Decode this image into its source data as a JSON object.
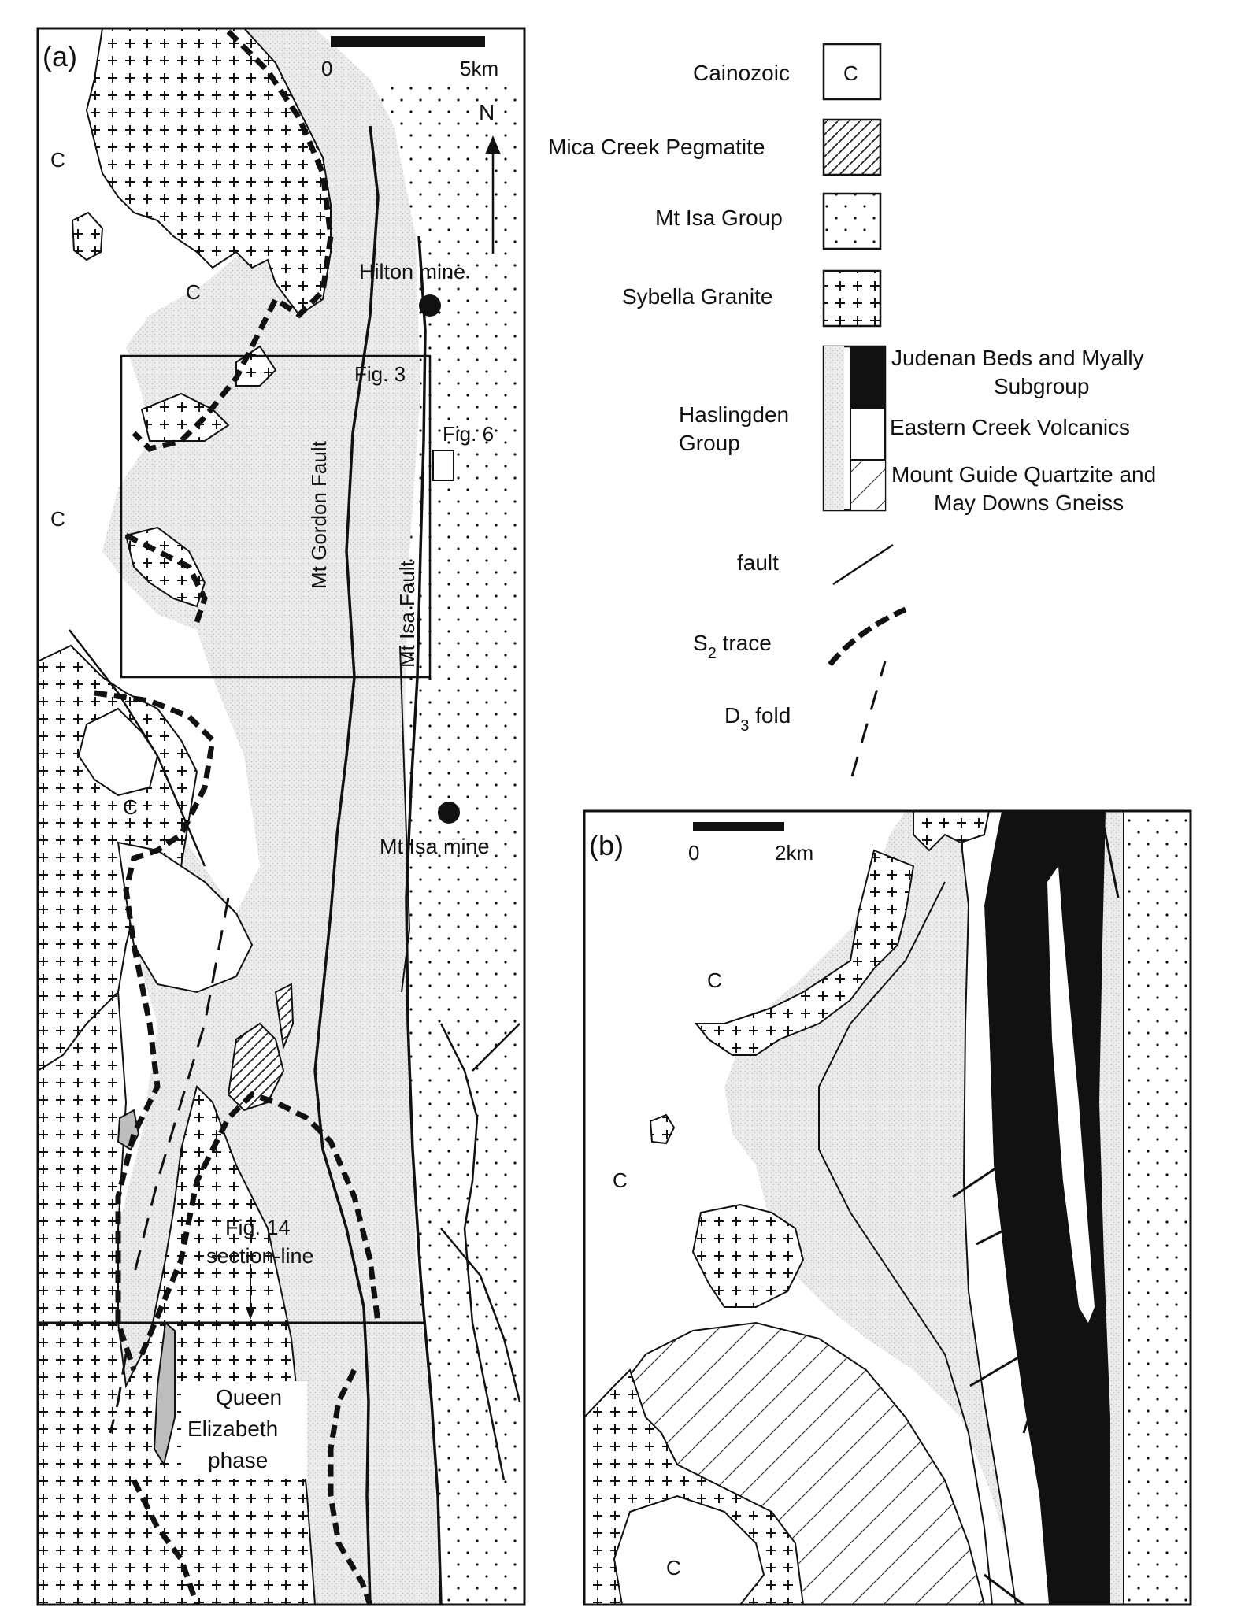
{
  "panel_a": {
    "label": "(a)",
    "scale": {
      "start": "0",
      "end": "5km"
    },
    "north": "N",
    "places": {
      "hilton_mine": "Hilton mine",
      "mt_isa_mine": "Mt Isa mine",
      "fig3": "Fig. 3",
      "fig6": "Fig. 6",
      "fig14_line1": "Fig. 14",
      "fig14_line2": "section-line",
      "qe1": "Queen",
      "qe2": "Elizabeth",
      "qe3": "phase"
    },
    "faults": {
      "mt_gordon": "Mt Gordon Fault",
      "mt_isa": "Mt Isa Fault"
    },
    "cainozoic_symbol": "C"
  },
  "legend": {
    "cainozoic": {
      "label": "Cainozoic",
      "symbol": "C"
    },
    "mica_creek": {
      "label": "Mica Creek Pegmatite"
    },
    "mt_isa_group": {
      "label": "Mt Isa Group"
    },
    "sybella": {
      "label": "Sybella Granite"
    },
    "haslingden": {
      "label_line1": "Haslingden",
      "label_line2": "Group",
      "judenan_line1": "Judenan Beds and Myally",
      "judenan_line2": "Subgroup",
      "eastern_creek": "Eastern Creek Volcanics",
      "mount_guide_line1": "Mount Guide Quartzite and",
      "mount_guide_line2": "May Downs Gneiss"
    },
    "fault": {
      "label": "fault"
    },
    "s2_trace": {
      "label_main": "S",
      "label_sub": "2",
      "label_rest": " trace"
    },
    "d3_fold": {
      "label_main": "D",
      "label_sub": "3",
      "label_rest": " fold"
    }
  },
  "panel_b": {
    "label": "(b)",
    "scale": {
      "start": "0",
      "end": "2km"
    },
    "cainozoic_symbol": "C"
  }
}
